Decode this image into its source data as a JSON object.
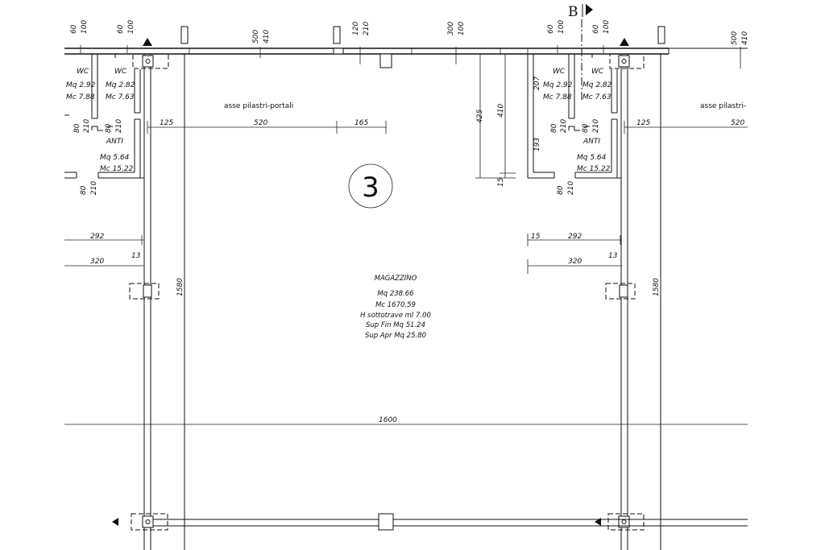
{
  "section_marker": {
    "label": "B"
  },
  "top_dims": {
    "a1": "60",
    "b1": "100",
    "a2": "60",
    "b2": "100",
    "c1t": "500",
    "c1b": "410",
    "d1t": "120",
    "d1b": "210",
    "e1t": "300",
    "e1b": "100",
    "a3": "60",
    "b3": "100",
    "a4": "60",
    "b4": "100",
    "c2t": "500",
    "c2b": "410"
  },
  "left_rooms": {
    "wc1": {
      "name": "WC",
      "mq": "Mq 2.92",
      "mc": "Mc 7.88"
    },
    "wc2": {
      "name": "WC",
      "mq": "Mq 2.82",
      "mc": "Mc 7.63"
    },
    "anti": {
      "name": "ANTI",
      "mq": "Mq 5.64",
      "mc": "Mc 15.22"
    },
    "door1": {
      "w": "80",
      "h": "210"
    },
    "door2": {
      "w": "80",
      "h": "210"
    },
    "door3": {
      "w": "80",
      "h": "210"
    }
  },
  "right_rooms": {
    "wc1": {
      "name": "WC",
      "mq": "Mq 2.92",
      "mc": "Mc 7.88"
    },
    "wc2": {
      "name": "WC",
      "mq": "Mq 2.82",
      "mc": "Mc 7.63"
    },
    "anti": {
      "name": "ANTI",
      "mq": "Mq 5.64",
      "mc": "Mc 15.22"
    },
    "door1": {
      "w": "80",
      "h": "210"
    },
    "door2": {
      "w": "80",
      "h": "210"
    },
    "door3": {
      "w": "80",
      "h": "210"
    },
    "dim207": "207",
    "dim193": "193"
  },
  "axis_label_left": "asse pilastri-portali",
  "axis_label_right": "asse pilastri-",
  "dims": {
    "d125": "125",
    "d520": "520",
    "d165": "165",
    "d125r": "125",
    "d520r": "520",
    "d425": "425",
    "d410": "410",
    "d15v": "15",
    "d292": "292",
    "d13": "13",
    "d320": "320",
    "d15r": "15",
    "d292r": "292",
    "d320r": "320",
    "d13r": "13",
    "d1580l": "1580",
    "d1580r": "1580",
    "d1600": "1600"
  },
  "unit_number": "3",
  "room": {
    "name": "MAGAZZINO",
    "mq": "Mq 238.66",
    "mc": "Mc 1670.59",
    "h": "H sottotrave ml 7.00",
    "supfin": "Sup Fin Mq 51.24",
    "supapr": "Sup Apr Mq 25.80"
  }
}
